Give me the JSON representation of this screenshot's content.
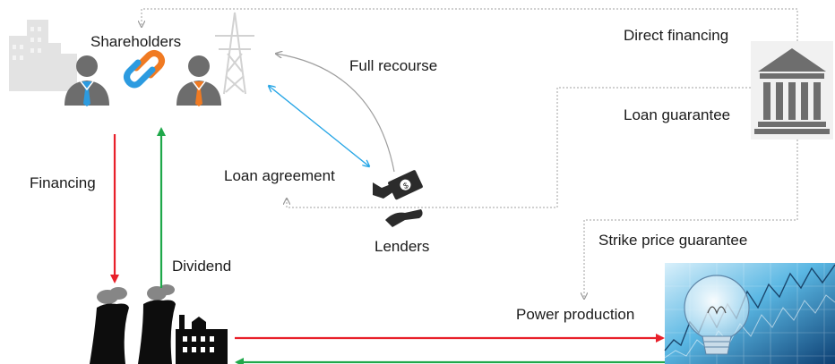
{
  "labels": {
    "shareholders": "Shareholders",
    "full_recourse": "Full recourse",
    "direct_financing": "Direct financing",
    "loan_guarantee": "Loan guarantee",
    "financing": "Financing",
    "dividend": "Dividend",
    "loan_agreement": "Loan agreement",
    "lenders": "Lenders",
    "strike_price_guarantee": "Strike price guarantee",
    "power_production": "Power production"
  },
  "colors": {
    "red_arrow": "#e8202a",
    "green_arrow": "#1fa84a",
    "blue_arrow": "#2aa7e6",
    "grey_arrow": "#9e9e9e",
    "dotted_line": "#a0a0a0",
    "link_orange": "#f07a22",
    "link_blue": "#2c9be0",
    "tie_orange": "#f07a22",
    "tie_blue": "#2c9be0",
    "silhouette": "#111111",
    "person_grey": "#6d6d6d",
    "bank_grey": "#6e6e6e"
  },
  "icons": {
    "shareholders": "shareholders-icon",
    "bank": "bank-icon",
    "lenders": "lenders-money-hand-icon",
    "power_plant": "power-plant-icon",
    "lightbulb": "lightbulb-chart-icon"
  }
}
